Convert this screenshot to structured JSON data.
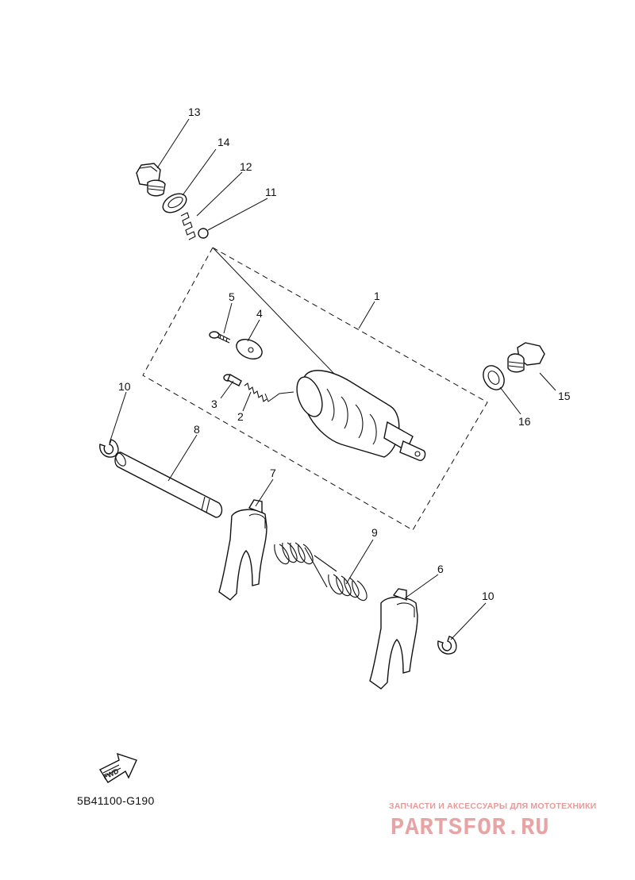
{
  "diagram_code": "5B41100-G190",
  "fwd_label": "FWD",
  "watermark": {
    "tagline": "ЗАПЧАСТИ И АКСЕССУАРЫ ДЛЯ МОТОТЕХНИКИ",
    "logo": "PARTSFOR.RU"
  },
  "callouts": {
    "p1": "1",
    "p2": "2",
    "p3": "3",
    "p4": "4",
    "p5": "5",
    "p6": "6",
    "p7": "7",
    "p8": "8",
    "p9": "9",
    "p10a": "10",
    "p10b": "10",
    "p11": "11",
    "p12": "12",
    "p13": "13",
    "p14": "14",
    "p15": "15",
    "p16": "16"
  }
}
